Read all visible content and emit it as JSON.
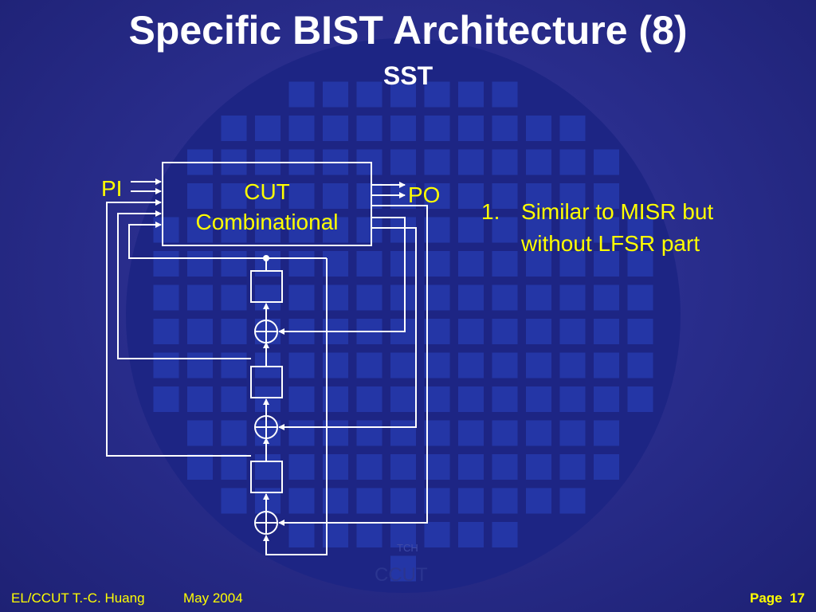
{
  "slide": {
    "title": "Specific BIST Architecture (8)",
    "subtitle": "SST"
  },
  "diagram": {
    "cut_line1": "CUT",
    "cut_line2": "Combinational",
    "pi_label": "PI",
    "po_label": "PO"
  },
  "notes": [
    {
      "number": "1.",
      "text": "Similar to MISR but without LFSR part"
    }
  ],
  "watermark": {
    "small": "TCH",
    "large": "CCUT"
  },
  "footer": {
    "author": "EL/CCUT T.-C. Huang",
    "date": "May 2004",
    "page_label": "Page",
    "page_number": "17"
  },
  "colors": {
    "background": "#2a2e8e",
    "wafer": "#1c2480",
    "die": "#2436a6",
    "title_text": "#ffffff",
    "body_text": "#ffff00",
    "lines": "#ffffff"
  }
}
